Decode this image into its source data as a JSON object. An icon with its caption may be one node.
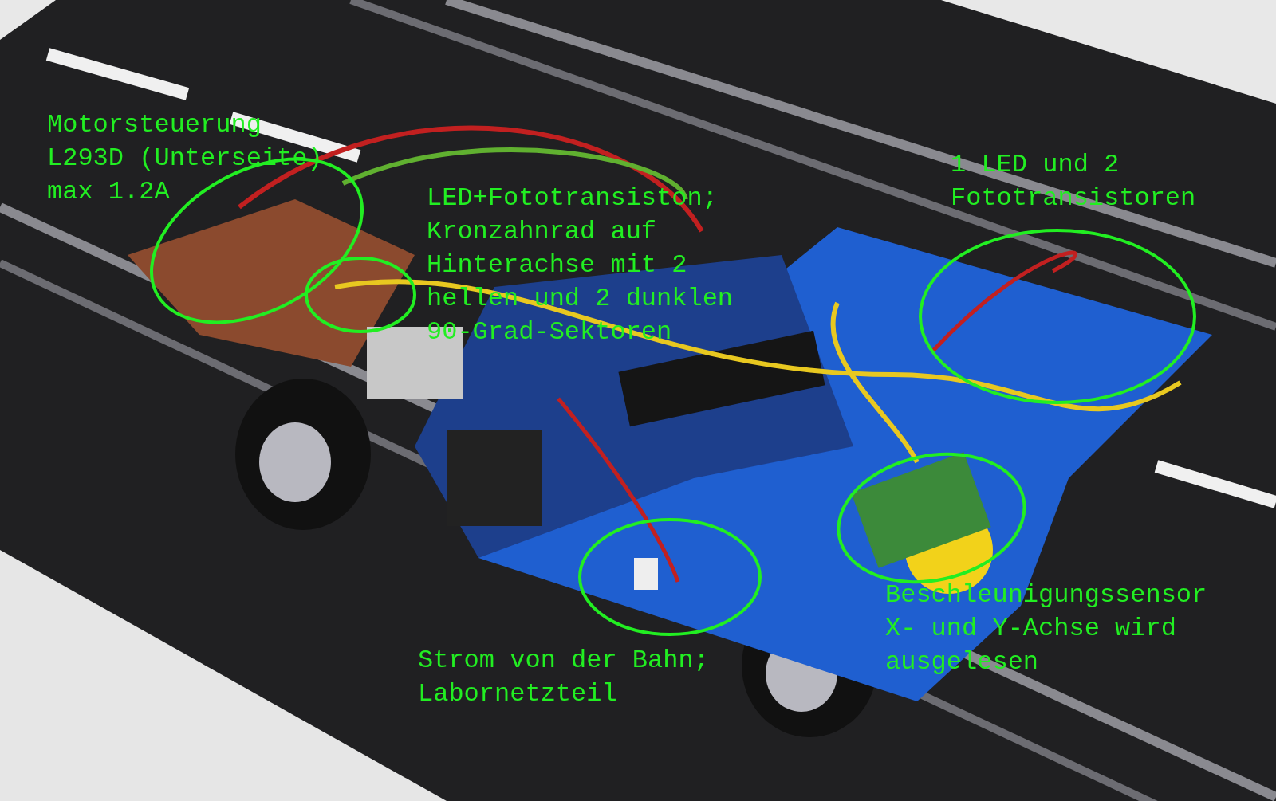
{
  "diagram": {
    "labels": [
      "Motorsteuerung L293D (Unterseite) max 1.2A",
      "1 LED und 2 Fototransistoren",
      "LED+Fototransiston; Kronzahnrad auf Hinterachse mit 2 hellen und 2 dunklen 90-Grad-Sektoren",
      "Beschleunigungssensor X- und Y-Achse wird ausgelesen",
      "Strom von der Bahn; Labornetzteil"
    ]
  }
}
